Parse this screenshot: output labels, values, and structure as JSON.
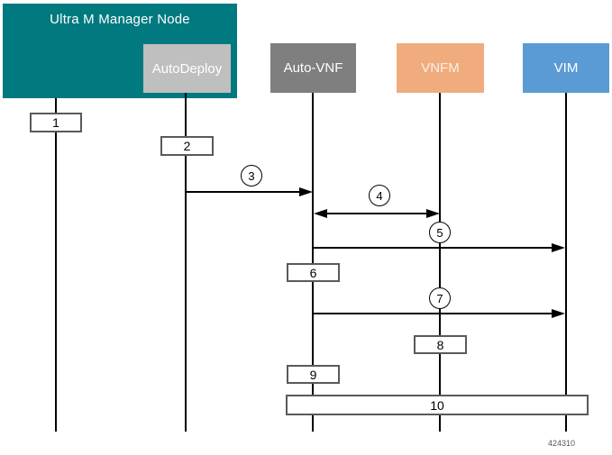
{
  "diagram": {
    "manager_node": {
      "label": "Ultra M Manager Node",
      "color": "#00797F",
      "text_color": "#FFFFFF"
    },
    "actors": [
      {
        "id": "autodeploy",
        "label": "AutoDeploy",
        "color": "#BFBFBF",
        "text_color": "#FFFFFF"
      },
      {
        "id": "auto-vnf",
        "label": "Auto-VNF",
        "color": "#7F7F7F",
        "text_color": "#FFFFFF"
      },
      {
        "id": "vnfm",
        "label": "VNFM",
        "color": "#F0AC7D",
        "text_color": "#FBEFE2"
      },
      {
        "id": "vim",
        "label": "VIM",
        "color": "#5B9BD5",
        "text_color": "#FFFFFF"
      }
    ],
    "activation_boxes": [
      {
        "label": "1",
        "lifeline": "manager-node"
      },
      {
        "label": "2",
        "lifeline": "autodeploy"
      },
      {
        "label": "6",
        "lifeline": "auto-vnf"
      },
      {
        "label": "8",
        "lifeline": "vnfm"
      },
      {
        "label": "9",
        "lifeline": "auto-vnf"
      },
      {
        "label": "10",
        "lifeline": "auto-vnf-to-vim"
      }
    ],
    "message_labels": [
      {
        "label": "3",
        "from": "autodeploy",
        "to": "auto-vnf",
        "direction": "right"
      },
      {
        "label": "4",
        "from": "auto-vnf",
        "to": "vnfm",
        "direction": "both"
      },
      {
        "label": "5",
        "from": "auto-vnf",
        "to": "vim",
        "direction": "right"
      },
      {
        "label": "7",
        "from": "auto-vnf",
        "to": "vim",
        "direction": "right"
      }
    ],
    "figure_id": "424310",
    "line_color": "#000000"
  }
}
